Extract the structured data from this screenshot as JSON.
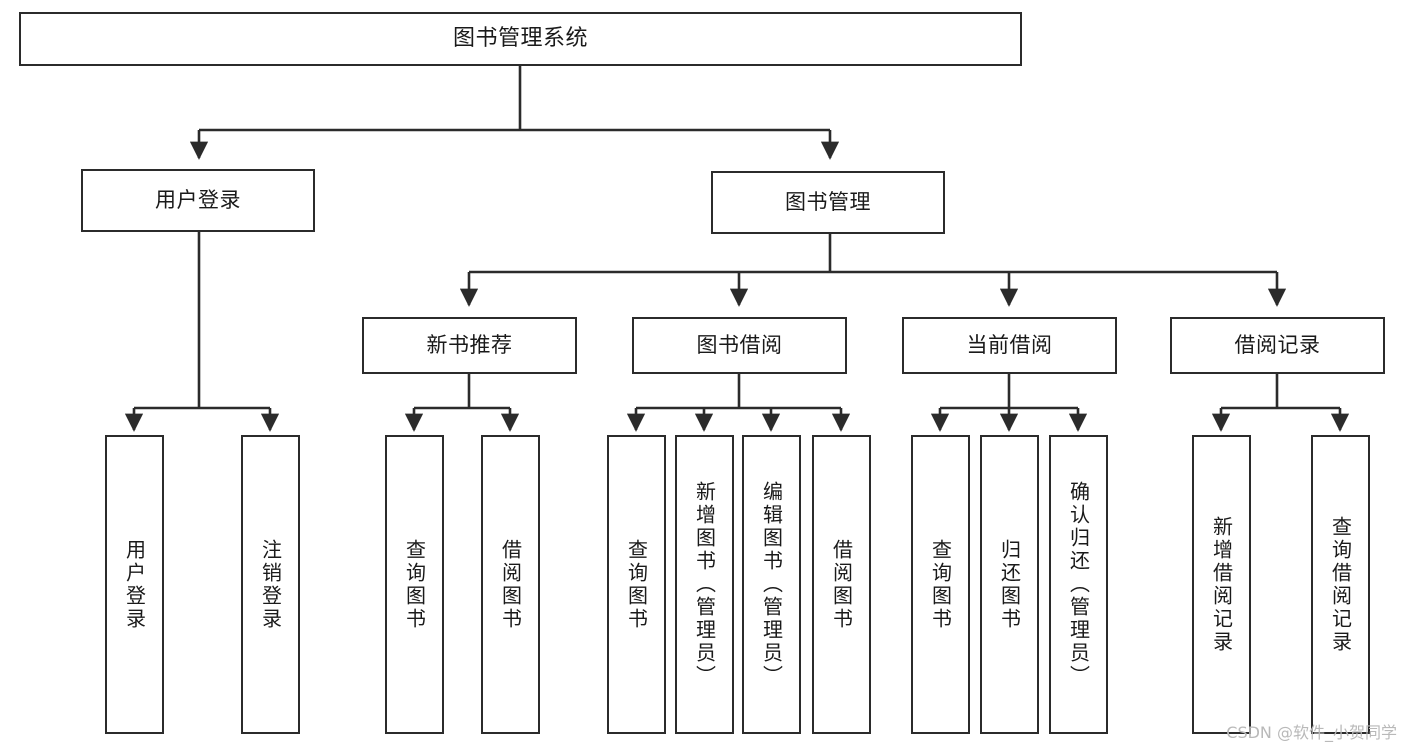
{
  "diagram": {
    "type": "tree-hierarchy",
    "title": "图书管理系统",
    "watermark": "CSDN @软件_小贺同学",
    "colors": {
      "box_border": "#2b2b2b",
      "box_fill": "#ffffff",
      "edge": "#2b2b2b",
      "text": "#1a1a1a",
      "watermark": "#b9b9b9",
      "background": "#ffffff"
    }
  },
  "nodes": {
    "root": {
      "id": "root",
      "label": "图书管理系统",
      "level": 1
    },
    "level2": [
      {
        "id": "user-login",
        "label": "用户登录",
        "level": 2
      },
      {
        "id": "book-manage",
        "label": "图书管理",
        "level": 2
      }
    ],
    "level3": [
      {
        "id": "new-book-recommend",
        "label": "新书推荐",
        "level": 3,
        "parent": "book-manage"
      },
      {
        "id": "book-borrow",
        "label": "图书借阅",
        "level": 3,
        "parent": "book-manage"
      },
      {
        "id": "current-borrow",
        "label": "当前借阅",
        "level": 3,
        "parent": "book-manage"
      },
      {
        "id": "borrow-record",
        "label": "借阅记录",
        "level": 3,
        "parent": "book-manage"
      }
    ],
    "leaves": [
      {
        "id": "leaf-user-login",
        "label": "用户登录",
        "parent": "user-login"
      },
      {
        "id": "leaf-user-logout",
        "label": "注销登录",
        "parent": "user-login"
      },
      {
        "id": "leaf-query-book-1",
        "label": "查询图书",
        "parent": "new-book-recommend"
      },
      {
        "id": "leaf-borrow-book-1",
        "label": "借阅图书",
        "parent": "new-book-recommend"
      },
      {
        "id": "leaf-query-book-2",
        "label": "查询图书",
        "parent": "book-borrow"
      },
      {
        "id": "leaf-add-book",
        "label": "新增图书（管理员）",
        "parent": "book-borrow"
      },
      {
        "id": "leaf-edit-book",
        "label": "编辑图书（管理员）",
        "parent": "book-borrow"
      },
      {
        "id": "leaf-borrow-book-2",
        "label": "借阅图书",
        "parent": "book-borrow"
      },
      {
        "id": "leaf-query-book-3",
        "label": "查询图书",
        "parent": "current-borrow"
      },
      {
        "id": "leaf-return-book",
        "label": "归还图书",
        "parent": "current-borrow"
      },
      {
        "id": "leaf-confirm-return",
        "label": "确认归还（管理员）",
        "parent": "current-borrow"
      },
      {
        "id": "leaf-add-record",
        "label": "新增借阅记录",
        "parent": "borrow-record"
      },
      {
        "id": "leaf-query-record",
        "label": "查询借阅记录",
        "parent": "borrow-record"
      }
    ]
  }
}
